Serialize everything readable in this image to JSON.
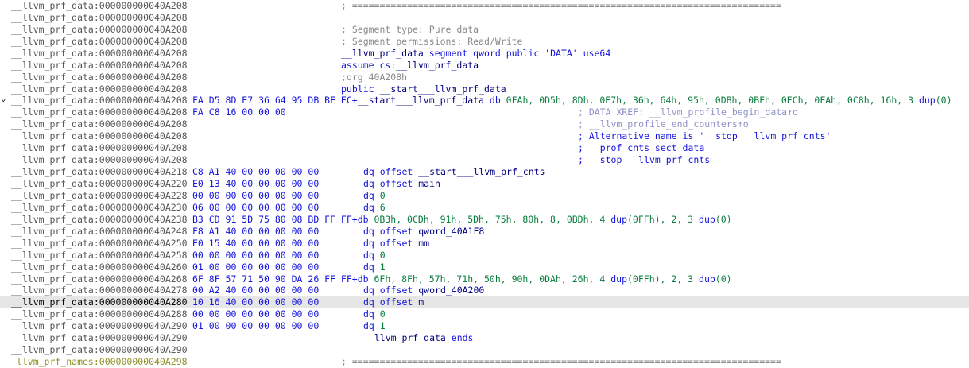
{
  "window": {
    "view": "disassembly-listing",
    "segment_name": "__llvm_prf_data",
    "next_segment_name": "llvm_prf_names",
    "current_address": "000000000040A280"
  },
  "colors": {
    "bg": "#ffffff",
    "hl_bg": "#e6e6e6",
    "prefix": "#565656",
    "prefix_current": "#000000",
    "prefix_other_segment": "#8f8f26",
    "keyword_blue": "#1414dc",
    "name_navy": "#000080",
    "number_green": "#087d3c",
    "comment_gray": "#8a8a8a",
    "comment_xref": "#8e92c6"
  },
  "icons": {
    "collapse_chevron": "⌄"
  },
  "lines": [
    {
      "prefix": "__llvm_prf_data:000000000040A208",
      "ps": "n",
      "cols": [
        {
          "x": "header",
          "t": [
            [
              "; ==============================================================================",
              "cg"
            ]
          ]
        }
      ]
    },
    {
      "prefix": "__llvm_prf_data:000000000040A208",
      "ps": "n",
      "cols": []
    },
    {
      "prefix": "__llvm_prf_data:000000000040A208",
      "ps": "n",
      "cols": [
        {
          "x": "header",
          "t": [
            [
              "; Segment type: Pure data",
              "cg"
            ]
          ]
        }
      ]
    },
    {
      "prefix": "__llvm_prf_data:000000000040A208",
      "ps": "n",
      "cols": [
        {
          "x": "header",
          "t": [
            [
              "; Segment permissions: Read/Write",
              "cg"
            ]
          ]
        }
      ]
    },
    {
      "prefix": "__llvm_prf_data:000000000040A208",
      "ps": "n",
      "cols": [
        {
          "x": "header",
          "t": [
            [
              "__llvm_prf_data",
              "nm"
            ],
            [
              " segment qword public 'DATA' use64",
              "kw"
            ]
          ]
        }
      ]
    },
    {
      "prefix": "__llvm_prf_data:000000000040A208",
      "ps": "n",
      "cols": [
        {
          "x": "header",
          "t": [
            [
              "assume cs:",
              "kw"
            ],
            [
              "__llvm_prf_data",
              "nm"
            ]
          ]
        }
      ]
    },
    {
      "prefix": "__llvm_prf_data:000000000040A208",
      "ps": "n",
      "cols": [
        {
          "x": "header",
          "t": [
            [
              ";org 40A208h",
              "cg"
            ]
          ]
        }
      ]
    },
    {
      "prefix": "__llvm_prf_data:000000000040A208",
      "ps": "n",
      "cols": [
        {
          "x": "header",
          "t": [
            [
              "public ",
              "kw"
            ],
            [
              "__start___llvm_prf_data",
              "nm"
            ]
          ]
        }
      ]
    },
    {
      "prefix": "__llvm_prf_data:000000000040A208",
      "ps": "n",
      "chevron": true,
      "cols": [
        {
          "x": "bytes",
          "t": [
            [
              "FA D5 8D E7 36 64 95 DB BF EC+",
              "kw"
            ],
            [
              "__start___llvm_prf_data",
              "nm"
            ],
            [
              " db ",
              "kw"
            ],
            [
              "0FAh, 0D5h, 8Dh, 0E7h, 36h, 64h, 95h, 0DBh, 0BFh, 0ECh, 0FAh, 0C8h, 16h, 3 ",
              "nu"
            ],
            [
              "dup",
              "kw"
            ],
            [
              "(0)",
              "nu"
            ]
          ]
        }
      ]
    },
    {
      "prefix": "__llvm_prf_data:000000000040A208",
      "ps": "n",
      "cols": [
        {
          "x": "bytes",
          "t": [
            [
              "FA C8 16 00 00 00",
              "kw"
            ]
          ]
        },
        {
          "x": "comment",
          "t": [
            [
              "; DATA XREF: __llvm_profile_begin_data↑o",
              "cx"
            ]
          ]
        }
      ]
    },
    {
      "prefix": "__llvm_prf_data:000000000040A208",
      "ps": "n",
      "cols": [
        {
          "x": "comment",
          "t": [
            [
              "; __llvm_profile_end_counters↑o",
              "cx"
            ]
          ]
        }
      ]
    },
    {
      "prefix": "__llvm_prf_data:000000000040A208",
      "ps": "n",
      "cols": [
        {
          "x": "comment",
          "t": [
            [
              "; Alternative name is '__stop___llvm_prf_cnts'",
              "kw"
            ]
          ]
        }
      ]
    },
    {
      "prefix": "__llvm_prf_data:000000000040A208",
      "ps": "n",
      "cols": [
        {
          "x": "comment",
          "t": [
            [
              "; __prof_cnts_sect_data",
              "kw"
            ]
          ]
        }
      ]
    },
    {
      "prefix": "__llvm_prf_data:000000000040A208",
      "ps": "n",
      "cols": [
        {
          "x": "comment",
          "t": [
            [
              "; __stop___llvm_prf_cnts",
              "kw"
            ]
          ]
        }
      ]
    },
    {
      "prefix": "__llvm_prf_data:000000000040A218",
      "ps": "n",
      "cols": [
        {
          "x": "bytes",
          "t": [
            [
              "C8 A1 40 00 00 00 00 00",
              "kw"
            ]
          ]
        },
        {
          "x": "insn",
          "t": [
            [
              "dq offset ",
              "kw"
            ],
            [
              "__start___llvm_prf_cnts",
              "nm"
            ]
          ]
        }
      ]
    },
    {
      "prefix": "__llvm_prf_data:000000000040A220",
      "ps": "n",
      "cols": [
        {
          "x": "bytes",
          "t": [
            [
              "E0 13 40 00 00 00 00 00",
              "kw"
            ]
          ]
        },
        {
          "x": "insn",
          "t": [
            [
              "dq offset ",
              "kw"
            ],
            [
              "main",
              "nm"
            ]
          ]
        }
      ]
    },
    {
      "prefix": "__llvm_prf_data:000000000040A228",
      "ps": "n",
      "cols": [
        {
          "x": "bytes",
          "t": [
            [
              "00 00 00 00 00 00 00 00",
              "kw"
            ]
          ]
        },
        {
          "x": "insn",
          "t": [
            [
              "dq ",
              "kw"
            ],
            [
              "0",
              "nu"
            ]
          ]
        }
      ]
    },
    {
      "prefix": "__llvm_prf_data:000000000040A230",
      "ps": "n",
      "cols": [
        {
          "x": "bytes",
          "t": [
            [
              "06 00 00 00 00 00 00 00",
              "kw"
            ]
          ]
        },
        {
          "x": "insn",
          "t": [
            [
              "dq ",
              "kw"
            ],
            [
              "6",
              "nu"
            ]
          ]
        }
      ]
    },
    {
      "prefix": "__llvm_prf_data:000000000040A238",
      "ps": "n",
      "cols": [
        {
          "x": "bytes",
          "t": [
            [
              "B3 CD 91 5D 75 80 08 BD FF FF+",
              "kw"
            ],
            [
              "db ",
              "kw"
            ],
            [
              "0B3h, 0CDh, 91h, 5Dh, 75h, 80h, 8, 0BDh, 4 ",
              "nu"
            ],
            [
              "dup",
              "kw"
            ],
            [
              "(0FFh)",
              "nu"
            ],
            [
              ", 2, 3 ",
              "nu"
            ],
            [
              "dup",
              "kw"
            ],
            [
              "(0)",
              "nu"
            ]
          ]
        }
      ]
    },
    {
      "prefix": "__llvm_prf_data:000000000040A248",
      "ps": "n",
      "cols": [
        {
          "x": "bytes",
          "t": [
            [
              "F8 A1 40 00 00 00 00 00",
              "kw"
            ]
          ]
        },
        {
          "x": "insn",
          "t": [
            [
              "dq offset ",
              "kw"
            ],
            [
              "qword_40A1F8",
              "nm"
            ]
          ]
        }
      ]
    },
    {
      "prefix": "__llvm_prf_data:000000000040A250",
      "ps": "n",
      "cols": [
        {
          "x": "bytes",
          "t": [
            [
              "E0 15 40 00 00 00 00 00",
              "kw"
            ]
          ]
        },
        {
          "x": "insn",
          "t": [
            [
              "dq offset ",
              "kw"
            ],
            [
              "mm",
              "nm"
            ]
          ]
        }
      ]
    },
    {
      "prefix": "__llvm_prf_data:000000000040A258",
      "ps": "n",
      "cols": [
        {
          "x": "bytes",
          "t": [
            [
              "00 00 00 00 00 00 00 00",
              "kw"
            ]
          ]
        },
        {
          "x": "insn",
          "t": [
            [
              "dq ",
              "kw"
            ],
            [
              "0",
              "nu"
            ]
          ]
        }
      ]
    },
    {
      "prefix": "__llvm_prf_data:000000000040A260",
      "ps": "n",
      "cols": [
        {
          "x": "bytes",
          "t": [
            [
              "01 00 00 00 00 00 00 00",
              "kw"
            ]
          ]
        },
        {
          "x": "insn",
          "t": [
            [
              "dq ",
              "kw"
            ],
            [
              "1",
              "nu"
            ]
          ]
        }
      ]
    },
    {
      "prefix": "__llvm_prf_data:000000000040A268",
      "ps": "n",
      "cols": [
        {
          "x": "bytes",
          "t": [
            [
              "6F 8F 57 71 50 90 DA 26 FF FF+",
              "kw"
            ],
            [
              "db ",
              "kw"
            ],
            [
              "6Fh, 8Fh, 57h, 71h, 50h, 90h, 0DAh, 26h, 4 ",
              "nu"
            ],
            [
              "dup",
              "kw"
            ],
            [
              "(0FFh)",
              "nu"
            ],
            [
              ", 2, 3 ",
              "nu"
            ],
            [
              "dup",
              "kw"
            ],
            [
              "(0)",
              "nu"
            ]
          ]
        }
      ]
    },
    {
      "prefix": "__llvm_prf_data:000000000040A278",
      "ps": "n",
      "cols": [
        {
          "x": "bytes",
          "t": [
            [
              "00 A2 40 00 00 00 00 00",
              "kw"
            ]
          ]
        },
        {
          "x": "insn",
          "t": [
            [
              "dq offset ",
              "kw"
            ],
            [
              "qword_40A200",
              "nm"
            ]
          ]
        }
      ]
    },
    {
      "prefix": "__llvm_prf_data:000000000040A280",
      "ps": "c",
      "hl": true,
      "cols": [
        {
          "x": "bytes",
          "t": [
            [
              "10 16 40 00 00 00 00 00",
              "kw"
            ]
          ]
        },
        {
          "x": "insn",
          "t": [
            [
              "dq offset ",
              "kw"
            ],
            [
              "m",
              "nm"
            ]
          ]
        }
      ]
    },
    {
      "prefix": "__llvm_prf_data:000000000040A288",
      "ps": "n",
      "cols": [
        {
          "x": "bytes",
          "t": [
            [
              "00 00 00 00 00 00 00 00",
              "kw"
            ]
          ]
        },
        {
          "x": "insn",
          "t": [
            [
              "dq ",
              "kw"
            ],
            [
              "0",
              "nu"
            ]
          ]
        }
      ]
    },
    {
      "prefix": "__llvm_prf_data:000000000040A290",
      "ps": "n",
      "cols": [
        {
          "x": "bytes",
          "t": [
            [
              "01 00 00 00 00 00 00 00",
              "kw"
            ]
          ]
        },
        {
          "x": "insn",
          "t": [
            [
              "dq ",
              "kw"
            ],
            [
              "1",
              "nu"
            ]
          ]
        }
      ]
    },
    {
      "prefix": "__llvm_prf_data:000000000040A290",
      "ps": "n",
      "cols": [
        {
          "x": "insn",
          "t": [
            [
              "__llvm_prf_data",
              "nm"
            ],
            [
              " ends",
              "kw"
            ]
          ]
        }
      ]
    },
    {
      "prefix": "__llvm_prf_data:000000000040A290",
      "ps": "n",
      "cols": []
    },
    {
      "prefix": " llvm_prf_names:000000000040A298",
      "ps": "o",
      "cols": [
        {
          "x": "header",
          "t": [
            [
              "; ==============================================================================",
              "cg"
            ]
          ]
        }
      ]
    }
  ]
}
